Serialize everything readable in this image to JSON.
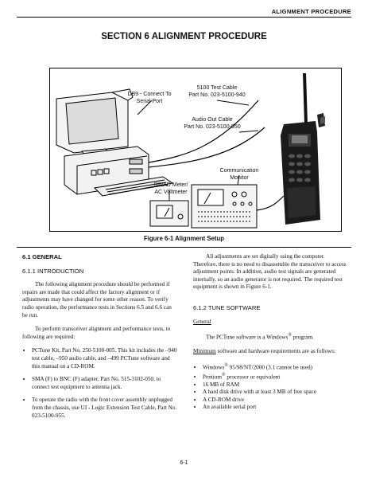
{
  "header": {
    "running_head": "ALIGNMENT PROCEDURE"
  },
  "section": {
    "title": "SECTION 6   ALIGNMENT PROCEDURE"
  },
  "figure": {
    "callouts": {
      "db9_line1": "DB9 - Connect To",
      "db9_line2": "Serial Port",
      "test_cable_line1": "5100 Test Cable",
      "test_cable_line2": "Part No. 023-5100-940",
      "audio_cable_line1": "Audio Out Cable",
      "audio_cable_line2": "Part No. 023-5100-950",
      "comm_monitor_line1": "Communication",
      "comm_monitor_line2": "Monitor",
      "sinad_line1": "SINAD Meter/",
      "sinad_line2": "AC Voltmeter"
    },
    "caption": "Figure 6-1    Alignment Setup"
  },
  "left_column": {
    "heading_general": "6.1 GENERAL",
    "heading_intro": "6.1.1 INTRODUCTION",
    "intro_p1": "The following alignment procedure should be performed if repairs are made that could affect the factory alignment or if adjustments may have changed for some other reason. To verify radio operation, the performance tests in Sections 6.5 and 6.6 can be run.",
    "intro_p2": "To perform transceiver alignment and performance tests, to following are required:",
    "bullets": [
      "PCTune Kit, Part No. 250-5100-005. This kit includes the –940 test cable, –950 audio cable, and –499 PCTune software and this manual on a CD-ROM.",
      "SMA (F) to BNC (F) adapter, Part No. 515-3102-050, to connect test equipment to antenna jack.",
      "To operate the radio with the front cover assembly unplugged from the chassis, use UI - Logic Extension Test Cable, Part No. 023-5100-955."
    ]
  },
  "right_column": {
    "p1": "All adjustments are set digitally using the computer. Therefore, there is no need to disassemble the transceiver to access adjustment points. In addition, audio test signals are generated internally, so an audio generator is not required. The required test equipment is shown in Figure 6-1.",
    "heading_tune": "6.1.2 TUNE SOFTWARE",
    "sub_general": "General",
    "p2_before": "The PCTune software is a Windows",
    "p2_sup": "®",
    "p2_after": " program.",
    "p3_underlined": "Minimum",
    "p3_rest": " software and hardware requirements are as follows:",
    "req": {
      "windows_a": "Windows",
      "windows_sup": "®",
      "windows_b": " 95/98/NT/2000 (3.1 cannot be used)",
      "pentium_a": "Pentium",
      "pentium_sup": "®",
      "pentium_b": " processor or equivalent",
      "ram": "16 MB of RAM",
      "disk": "A hard disk drive with at least 3 MB of free space",
      "cdrom": "A CD-ROM drive",
      "serial": "An available serial port"
    }
  },
  "footer": {
    "page_number": "6-1"
  }
}
